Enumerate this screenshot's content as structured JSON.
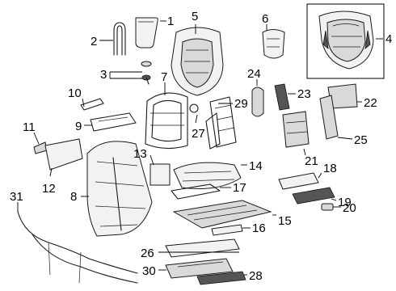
{
  "callouts": [
    "1",
    "2",
    "3",
    "4",
    "5",
    "6",
    "7",
    "8",
    "9",
    "10",
    "11",
    "12",
    "13",
    "14",
    "15",
    "16",
    "17",
    "18",
    "19",
    "20",
    "21",
    "22",
    "23",
    "24",
    "25",
    "26",
    "27",
    "28",
    "29",
    "30",
    "31"
  ],
  "colors": {
    "line": "#1a1a1a",
    "background": "#ffffff"
  }
}
